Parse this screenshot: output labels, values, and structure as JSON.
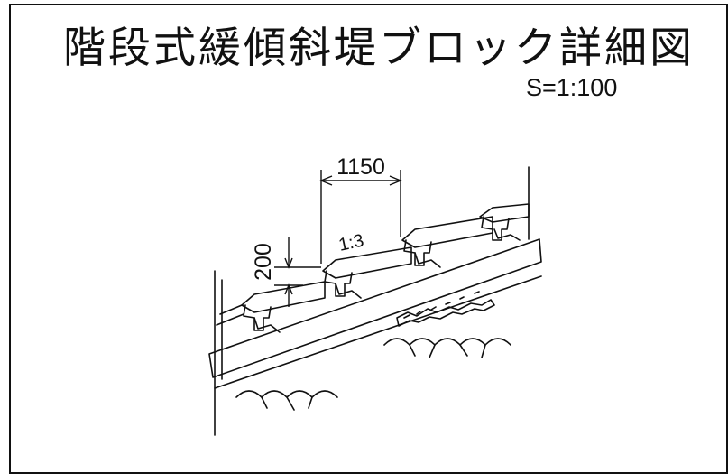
{
  "title": "階段式緩傾斜堤ブロック詳細図",
  "scale_label": "S=1:100",
  "dimensions": {
    "width_label": "1150",
    "height_label": "200",
    "slope_label": "1:3"
  },
  "colors": {
    "line": "#111111",
    "background": "#ffffff"
  }
}
